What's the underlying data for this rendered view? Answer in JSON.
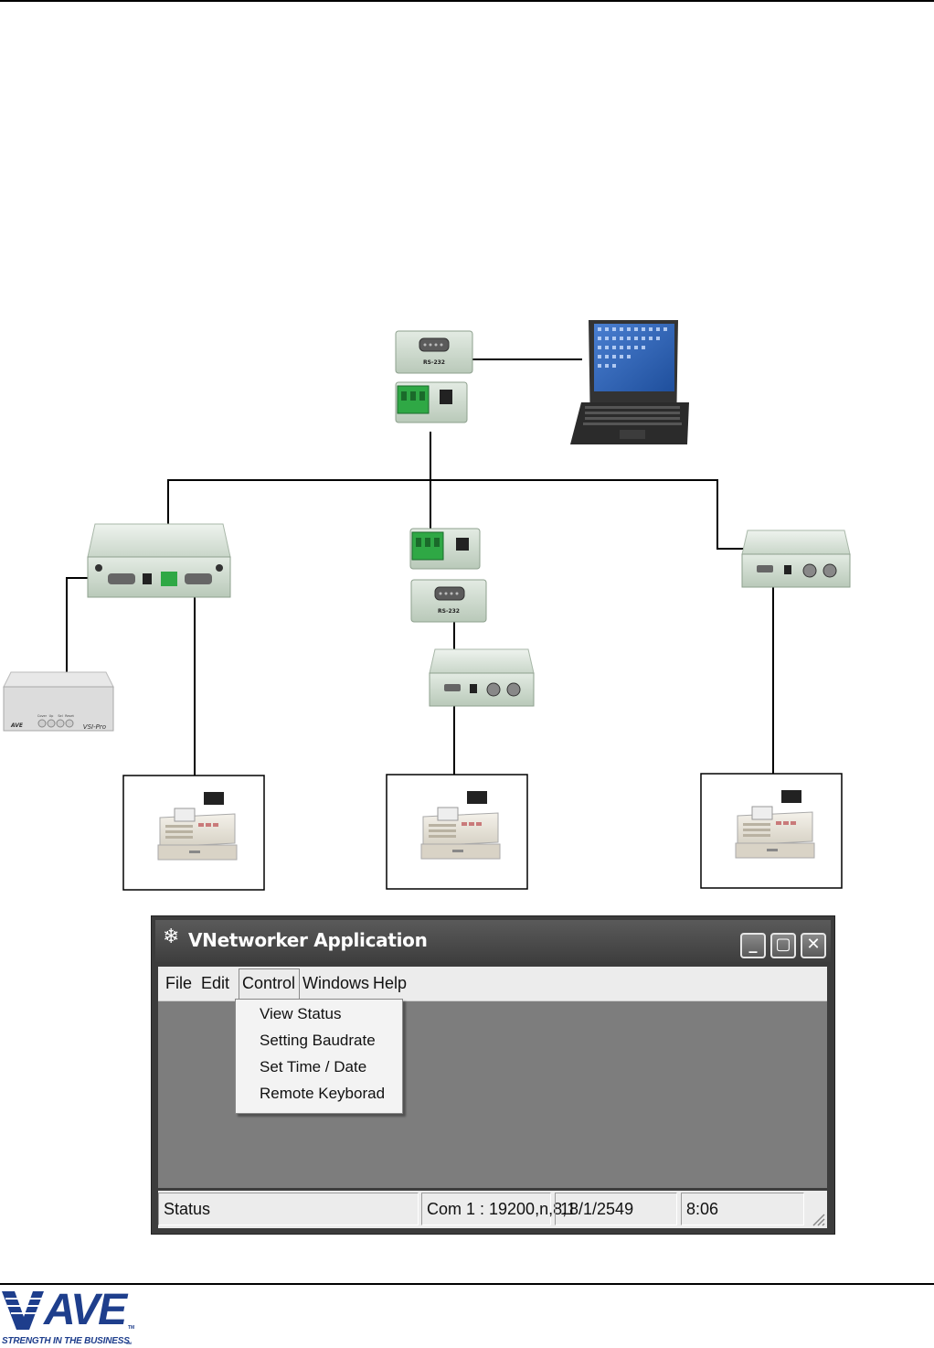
{
  "devices": {
    "rs232_label": "RS-232",
    "vsi_pro_brand": "AVE",
    "vsi_pro_model": "VSI-Pro",
    "vsi_pro_buttons": [
      "Cover",
      "Up",
      "Sel",
      "Reset"
    ]
  },
  "window": {
    "title": "VNetworker Application",
    "menu": [
      "File",
      "Edit",
      "Control",
      "Windows",
      "Help"
    ],
    "control_menu": [
      "View Status",
      "Setting Baudrate",
      "Set Time / Date",
      "Remote Keyborad"
    ],
    "status": {
      "label": "Status",
      "com": "Com 1 : 19200,n,8,1",
      "date": "18/1/2549",
      "time": "8:06"
    }
  },
  "footer": {
    "logo": "AVE",
    "tagline": "STRENGTH IN THE BUSINESS",
    "trademark": "TM"
  },
  "colors": {
    "logo_blue": "#1e3e8c",
    "terminal_green": "#2fa845",
    "device_body": "#d8e3d8"
  }
}
